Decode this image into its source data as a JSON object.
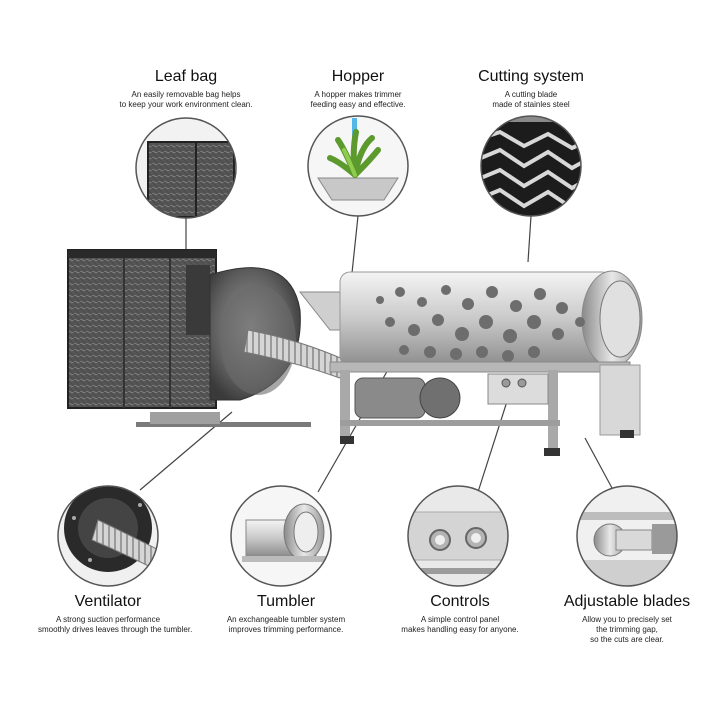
{
  "features": [
    {
      "title": "Leaf bag",
      "desc": [
        "An easily removable bag helps",
        "to keep your work environment clean."
      ]
    },
    {
      "title": "Hopper",
      "desc": [
        "A hopper makes trimmer",
        "feeding easy and effective."
      ]
    },
    {
      "title": "Cutting system",
      "desc": [
        "A cutting blade",
        "made of stainles steel"
      ]
    },
    {
      "title": "Ventilator",
      "desc": [
        "A strong suction performance",
        "smoothly drives leaves through the tumbler."
      ]
    },
    {
      "title": "Tumbler",
      "desc": [
        "An exchangeable tumbler system",
        "improves trimming performance."
      ]
    },
    {
      "title": "Controls",
      "desc": [
        "A simple control panel",
        "makes handling easy for anyone."
      ]
    },
    {
      "title": "Adjustable blades",
      "desc": [
        "Allow you to precisely set",
        "the trimming gap,",
        "so the cuts are clear."
      ]
    }
  ]
}
